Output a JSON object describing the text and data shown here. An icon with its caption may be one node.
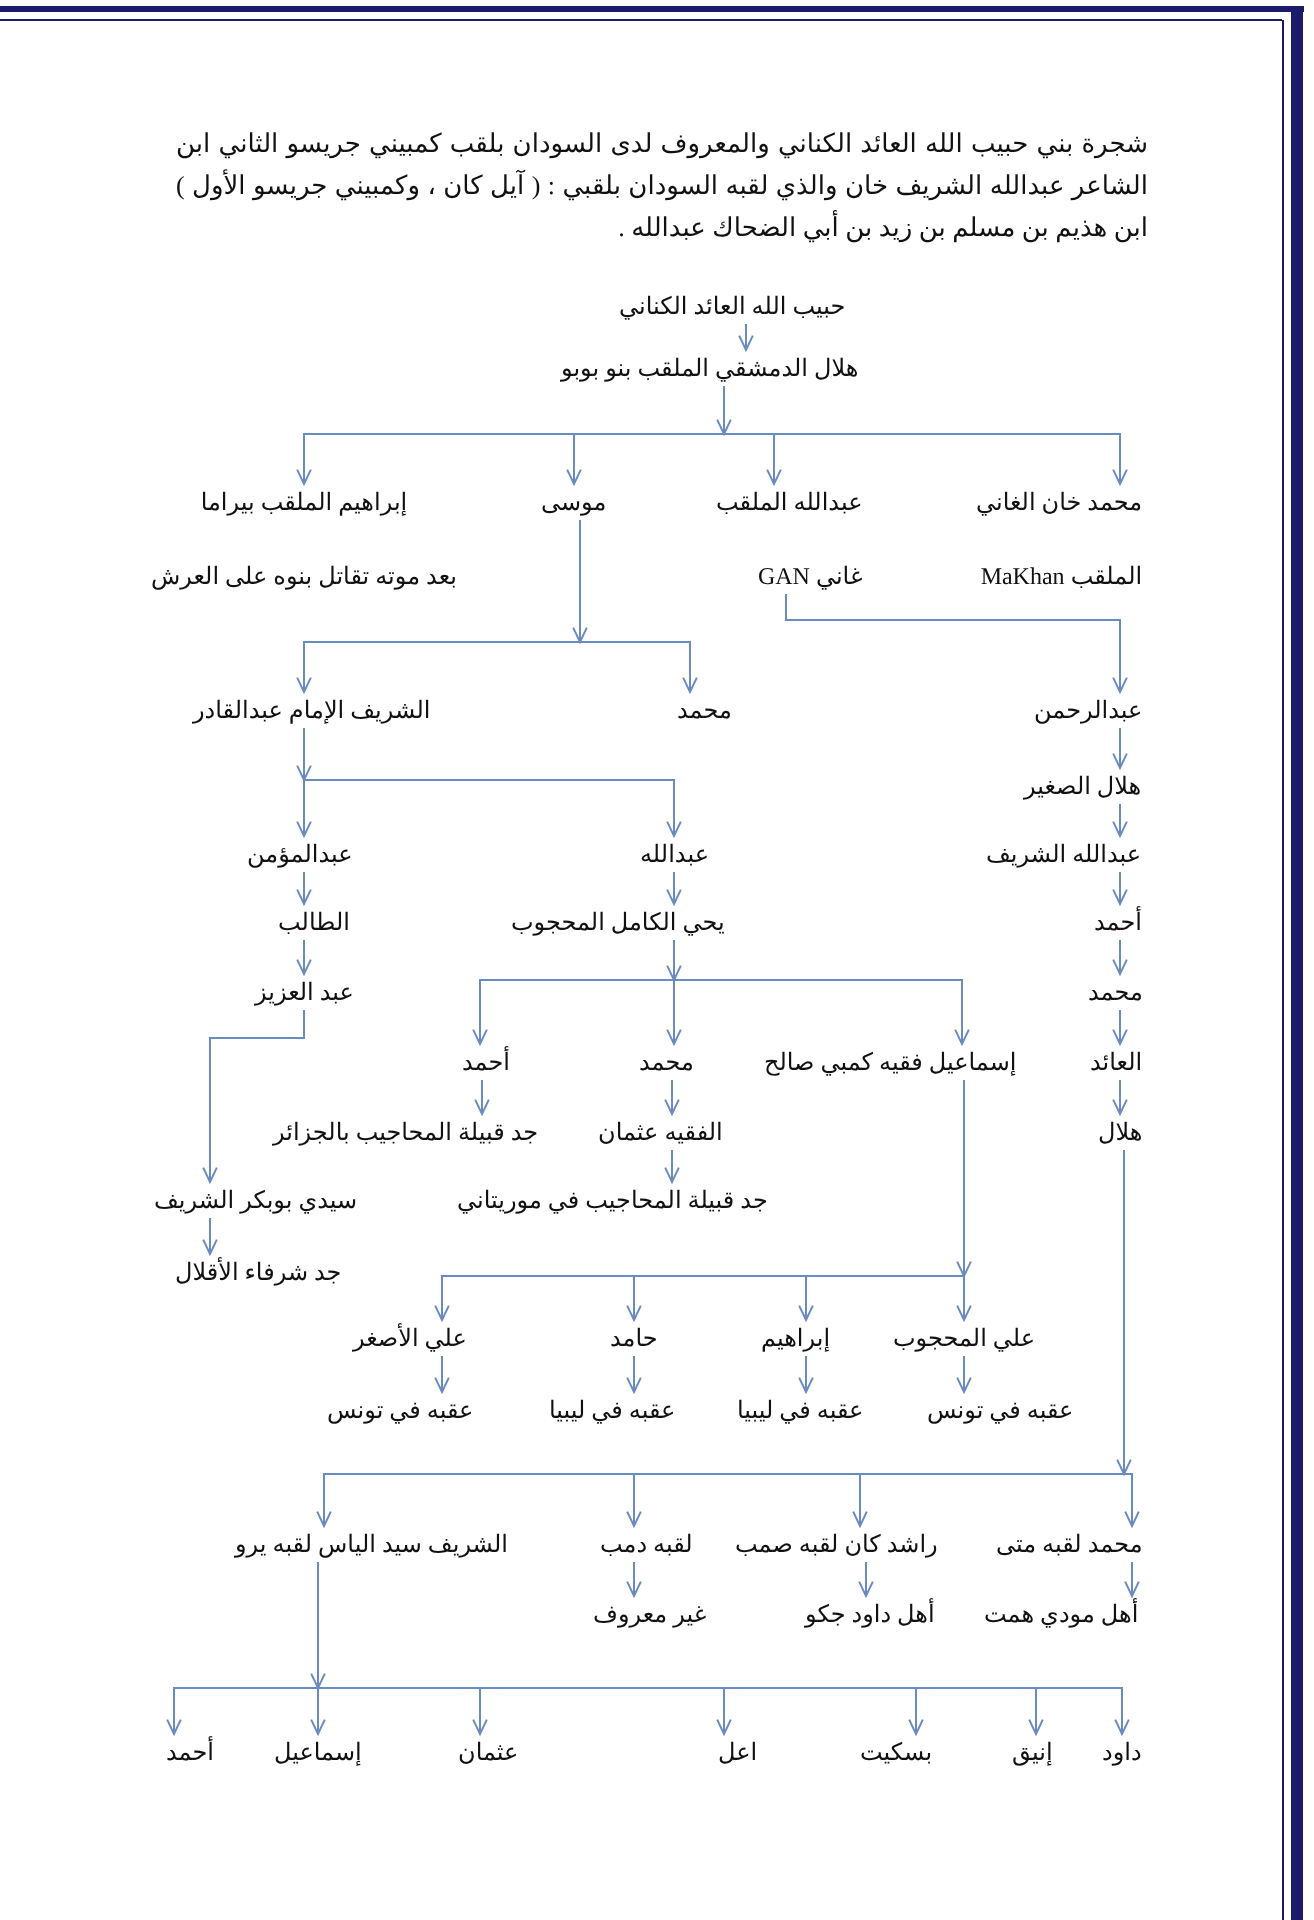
{
  "diagram": {
    "title": "شجرة بني حبيب الله العائد الكناني والمعروف لدى السودان بلقب كمبيني جريسو الثاني ابن الشاعر عبدالله الشريف خان والذي لقبه السودان بلقبي : ( آيل كان ، وكمبيني جريسو الأول ) ابن هذيم بن مسلم بن زيد بن أبي الضحاك عبدالله .",
    "nodes": [
      {
        "text": [
          "حبيب الله العائد الكناني"
        ]
      },
      {
        "text": [
          "هلال الدمشقي الملقب بنو بوبو"
        ]
      },
      {
        "text": [
          "محمد خان الغاني",
          "الملقب MaKhan"
        ]
      },
      {
        "text": [
          "عبدالله الملقب",
          "غاني GAN"
        ]
      },
      {
        "text": [
          "موسى"
        ]
      },
      {
        "text": [
          "إبراهيم الملقب بيراما",
          "بعد موته تقاتل بنوه على العرش"
        ]
      },
      {
        "text": [
          "عبدالرحمن"
        ]
      },
      {
        "text": [
          "محمد"
        ]
      },
      {
        "text": [
          "الشريف الإمام عبدالقادر"
        ]
      },
      {
        "text": [
          "هلال الصغير"
        ]
      },
      {
        "text": [
          "عبدالله الشريف"
        ]
      },
      {
        "text": [
          "عبدالله"
        ]
      },
      {
        "text": [
          "عبدالمؤمن"
        ]
      },
      {
        "text": [
          "أحمد"
        ]
      },
      {
        "text": [
          "يحي الكامل المحجوب"
        ]
      },
      {
        "text": [
          "الطالب"
        ]
      },
      {
        "text": [
          "محمد"
        ]
      },
      {
        "text": [
          "عبد العزيز"
        ]
      },
      {
        "text": [
          "العائد"
        ]
      },
      {
        "text": [
          "إسماعيل فقيه كمبي صالح"
        ]
      },
      {
        "text": [
          "محمد"
        ]
      },
      {
        "text": [
          "أحمد"
        ]
      },
      {
        "text": [
          "هلال"
        ]
      },
      {
        "text": [
          "الفقيه عثمان"
        ]
      },
      {
        "text": [
          "جد قبيلة المحاجيب بالجزائر"
        ]
      },
      {
        "text": [
          "جد قبيلة المحاجيب في موريتاني"
        ]
      },
      {
        "text": [
          "سيدي بوبكر الشريف"
        ]
      },
      {
        "text": [
          "جد شرفاء الأقلال"
        ]
      },
      {
        "text": [
          "علي المحجوب"
        ]
      },
      {
        "text": [
          "إبراهيم"
        ]
      },
      {
        "text": [
          "حامد"
        ]
      },
      {
        "text": [
          "علي الأصغر"
        ]
      },
      {
        "text": [
          "عقبه في تونس"
        ]
      },
      {
        "text": [
          "عقبه في ليبيا"
        ]
      },
      {
        "text": [
          "عقبه في ليبيا"
        ]
      },
      {
        "text": [
          "عقبه في تونس"
        ]
      },
      {
        "text": [
          "محمد لقبه متى"
        ]
      },
      {
        "text": [
          "راشد كان لقبه صمب"
        ]
      },
      {
        "text": [
          "لقبه دمب"
        ]
      },
      {
        "text": [
          "الشريف سيد الياس لقبه يرو"
        ]
      },
      {
        "text": [
          "أهل مودي همت"
        ]
      },
      {
        "text": [
          "أهل داود جكو"
        ]
      },
      {
        "text": [
          "غير معروف"
        ]
      },
      {
        "text": [
          "داود"
        ]
      },
      {
        "text": [
          "إنيق"
        ]
      },
      {
        "text": [
          "بسكيت"
        ]
      },
      {
        "text": [
          "اعل"
        ]
      },
      {
        "text": [
          "عثمان"
        ]
      },
      {
        "text": [
          "إسماعيل"
        ]
      },
      {
        "text": [
          "أحمد"
        ]
      }
    ],
    "edges": [
      {
        "from": 0,
        "to": 1,
        "arrow": "to"
      },
      {
        "from": 1,
        "to": 2,
        "arrow": "to"
      },
      {
        "from": 1,
        "to": 3,
        "arrow": "to"
      },
      {
        "from": 1,
        "to": 4,
        "arrow": "to"
      },
      {
        "from": 1,
        "to": 5,
        "arrow": "to"
      },
      {
        "from": 3,
        "to": 6,
        "arrow": "to"
      },
      {
        "from": 4,
        "to": 7,
        "arrow": "to"
      },
      {
        "from": 4,
        "to": 8,
        "arrow": "to"
      },
      {
        "from": 6,
        "to": 9,
        "arrow": "to"
      },
      {
        "from": 9,
        "to": 10,
        "arrow": "to"
      },
      {
        "from": 10,
        "to": 13,
        "arrow": "to"
      },
      {
        "from": 13,
        "to": 16,
        "arrow": "to"
      },
      {
        "from": 16,
        "to": 18,
        "arrow": "to"
      },
      {
        "from": 18,
        "to": 22,
        "arrow": "to"
      },
      {
        "from": 8,
        "to": 11,
        "arrow": "to"
      },
      {
        "from": 8,
        "to": 12,
        "arrow": "to"
      },
      {
        "from": 11,
        "to": 14,
        "arrow": "to"
      },
      {
        "from": 12,
        "to": 15,
        "arrow": "to"
      },
      {
        "from": 15,
        "to": 17,
        "arrow": "to"
      },
      {
        "from": 17,
        "to": 26,
        "arrow": "to"
      },
      {
        "from": 26,
        "to": 27,
        "arrow": "to"
      },
      {
        "from": 14,
        "to": 19,
        "arrow": "to"
      },
      {
        "from": 14,
        "to": 20,
        "arrow": "to"
      },
      {
        "from": 14,
        "to": 21,
        "arrow": "to"
      },
      {
        "from": 21,
        "to": 24,
        "arrow": "to"
      },
      {
        "from": 20,
        "to": 23,
        "arrow": "to"
      },
      {
        "from": 23,
        "to": 25,
        "arrow": "to"
      },
      {
        "from": 19,
        "to": 28,
        "arrow": "to"
      },
      {
        "from": 19,
        "to": 29,
        "arrow": "to"
      },
      {
        "from": 19,
        "to": 30,
        "arrow": "to"
      },
      {
        "from": 19,
        "to": 31,
        "arrow": "to"
      },
      {
        "from": 28,
        "to": 32,
        "arrow": "to"
      },
      {
        "from": 29,
        "to": 33,
        "arrow": "to"
      },
      {
        "from": 30,
        "to": 34,
        "arrow": "to"
      },
      {
        "from": 31,
        "to": 35,
        "arrow": "to"
      },
      {
        "from": 22,
        "to": 36,
        "arrow": "to"
      },
      {
        "from": 22,
        "to": 37,
        "arrow": "to"
      },
      {
        "from": 22,
        "to": 38,
        "arrow": "to"
      },
      {
        "from": 22,
        "to": 39,
        "arrow": "to"
      },
      {
        "from": 36,
        "to": 40,
        "arrow": "to"
      },
      {
        "from": 37,
        "to": 41,
        "arrow": "to"
      },
      {
        "from": 38,
        "to": 42,
        "arrow": "to"
      },
      {
        "from": 39,
        "to": 43,
        "arrow": "to"
      },
      {
        "from": 39,
        "to": 44,
        "arrow": "to"
      },
      {
        "from": 39,
        "to": 45,
        "arrow": "to"
      },
      {
        "from": 39,
        "to": 46,
        "arrow": "to"
      },
      {
        "from": 39,
        "to": 47,
        "arrow": "to"
      },
      {
        "from": 39,
        "to": 48,
        "arrow": "to"
      },
      {
        "from": 39,
        "to": 49,
        "arrow": "to"
      }
    ]
  }
}
